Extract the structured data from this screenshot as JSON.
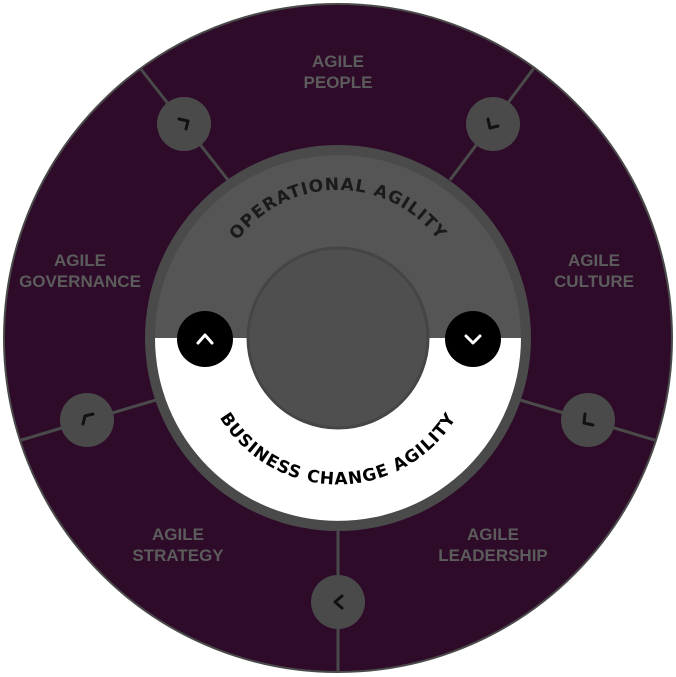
{
  "colors": {
    "outer_ring": "#2e0b29",
    "outer_border": "#4a4a4a",
    "divider": "#4a4a4a",
    "node_fill": "#4a4a4a",
    "segment_label": "#5c5c5c",
    "inner_upper": "#555555",
    "inner_lower": "#ffffff",
    "core": "#4f4f4f",
    "toggle_button": "#000000"
  },
  "segments": [
    {
      "id": "people",
      "label_line1": "AGILE",
      "label_line2": "PEOPLE"
    },
    {
      "id": "culture",
      "label_line1": "AGILE",
      "label_line2": "CULTURE"
    },
    {
      "id": "leadership",
      "label_line1": "AGILE",
      "label_line2": "LEADERSHIP"
    },
    {
      "id": "strategy",
      "label_line1": "AGILE",
      "label_line2": "STRATEGY"
    },
    {
      "id": "governance",
      "label_line1": "AGILE",
      "label_line2": "GOVERNANCE"
    }
  ],
  "inner": {
    "upper_label": "OPERATIONAL AGILITY",
    "lower_label": "BUSINESS CHANGE AGILITY",
    "up_button_icon": "chevron-up-icon",
    "down_button_icon": "chevron-down-icon"
  },
  "node_icon": "chevron-icon"
}
